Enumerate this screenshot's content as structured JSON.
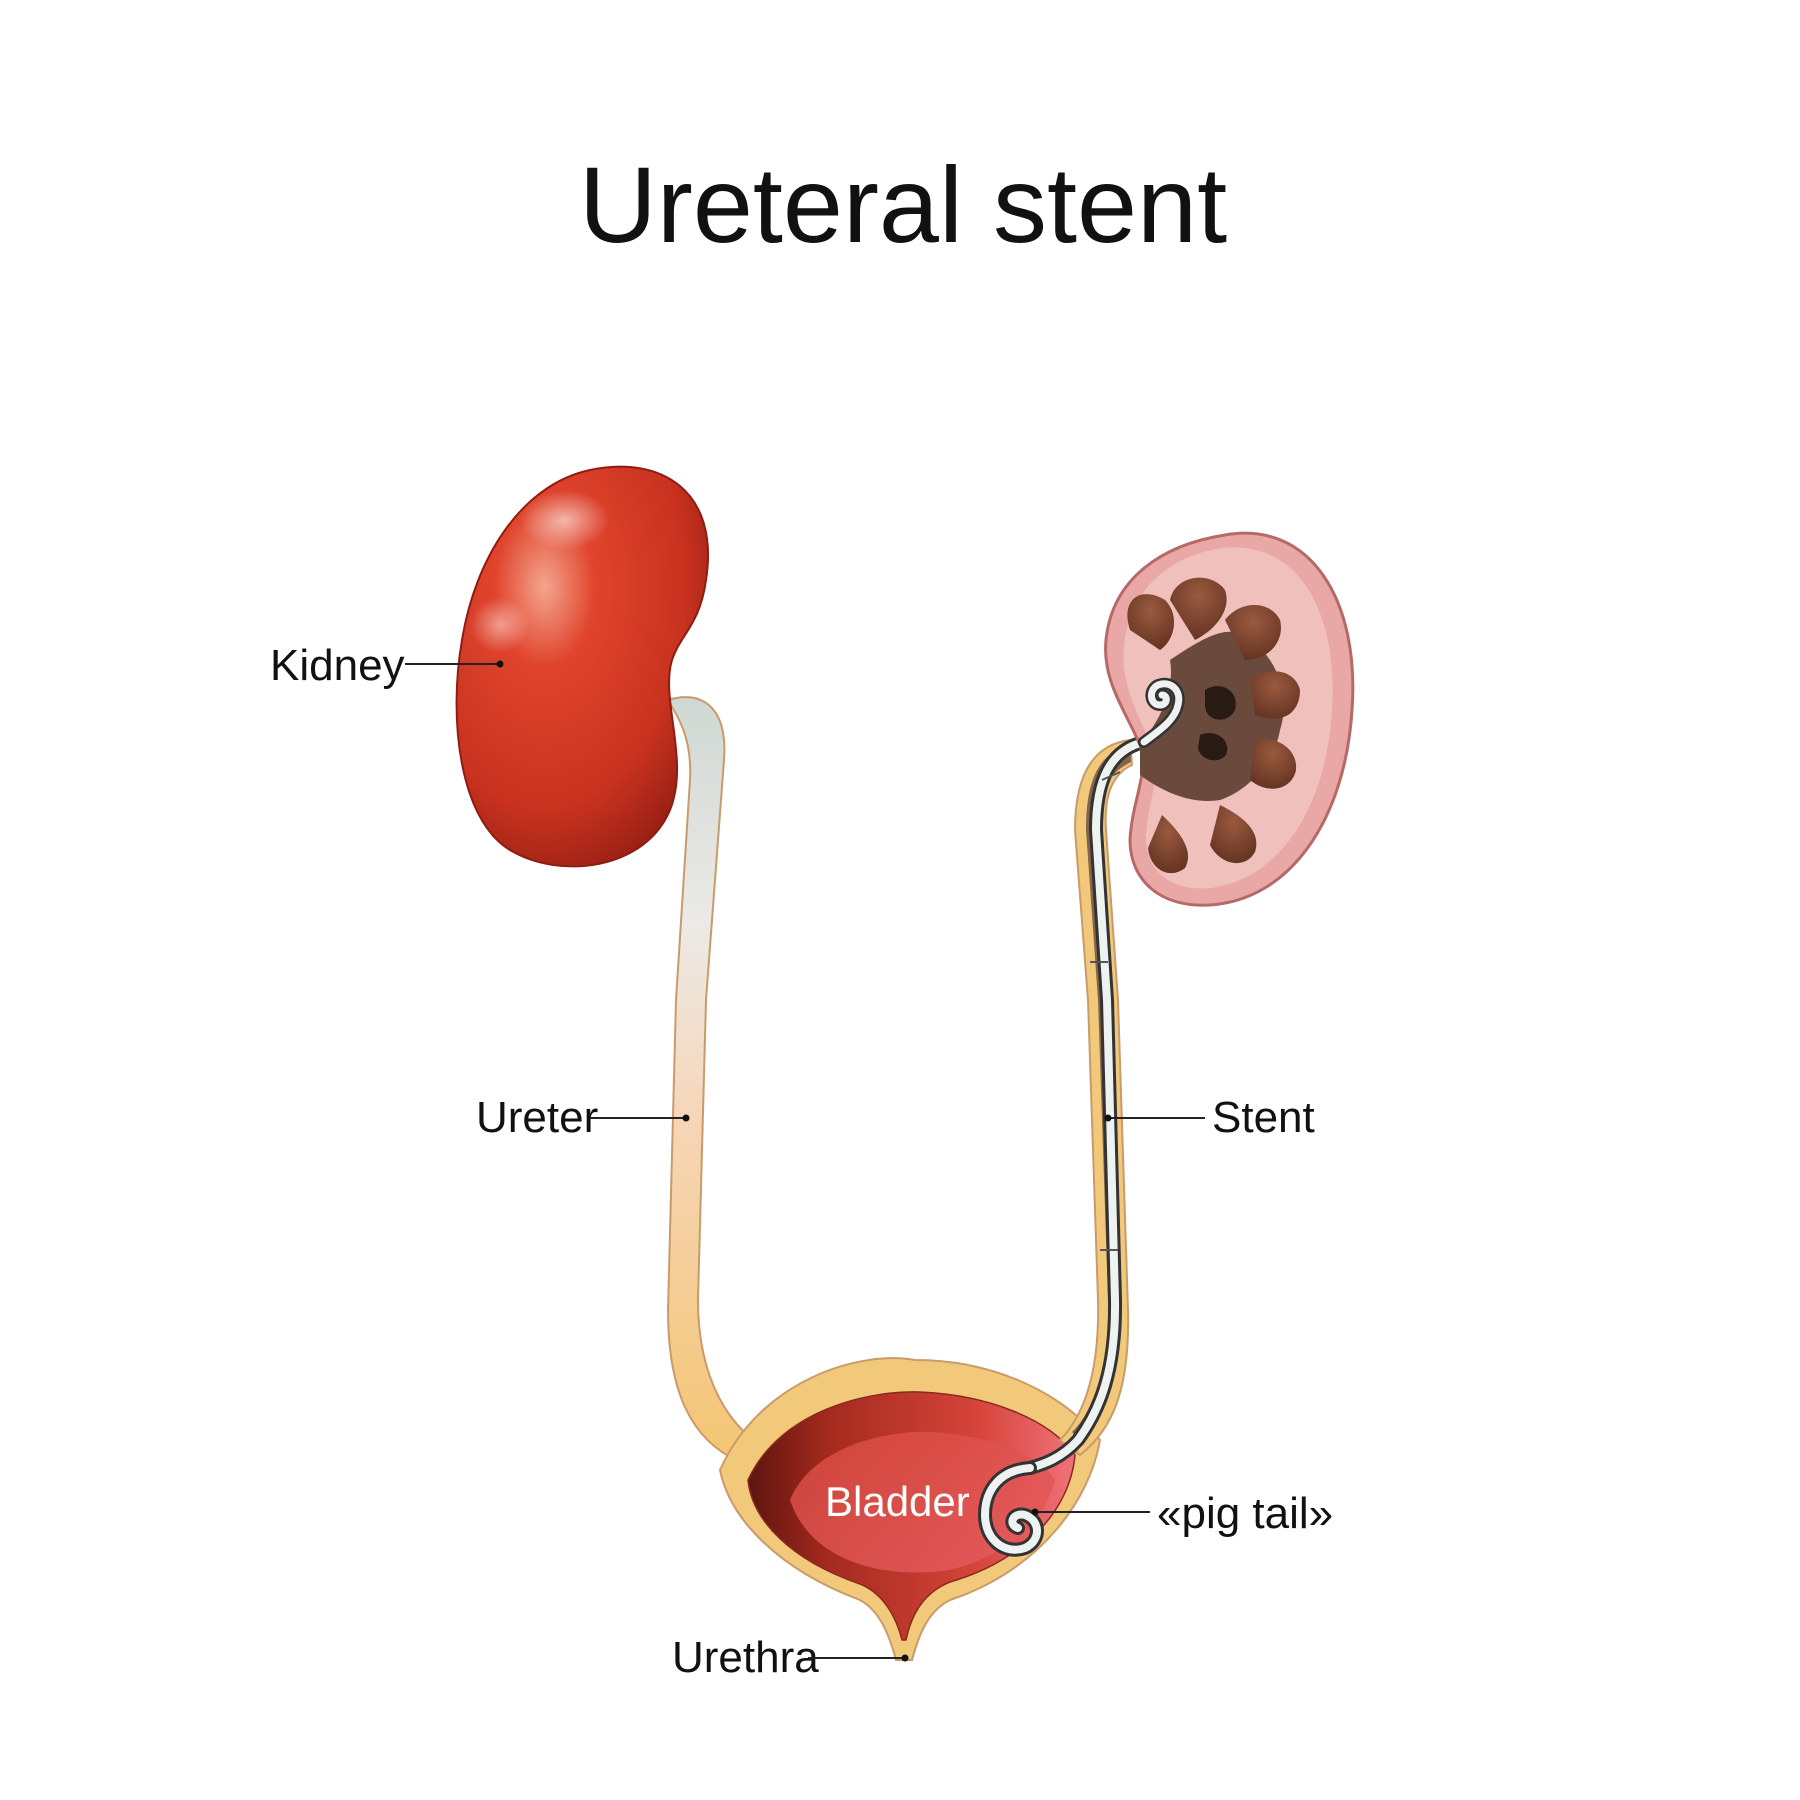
{
  "title": "Ureteral stent",
  "labels": {
    "kidney": "Kidney",
    "ureter": "Ureter",
    "stent": "Stent",
    "pig_tail": "«pig tail»",
    "bladder": "Bladder",
    "urethra": "Urethra"
  },
  "colors": {
    "kidney_red": "#c8321f",
    "kidney_section": "#e9a8a6",
    "renal_pyramid": "#7a4532",
    "ureter_yellow": "#f2c97a",
    "bladder_red": "#c83a2f",
    "stent_white": "#eef3f2"
  }
}
